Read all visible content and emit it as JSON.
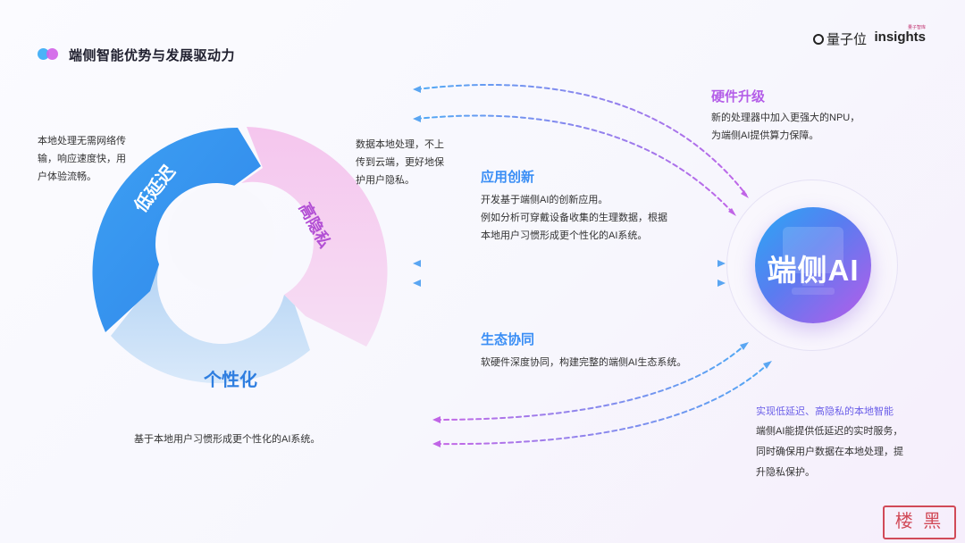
{
  "header": {
    "title": "端侧智能优势与发展驱动力"
  },
  "brand": {
    "logo_left": "量子位",
    "logo_right": "insights",
    "logo_sub": "量子智库"
  },
  "colors": {
    "blue": "#3a8ef5",
    "purple": "#b45ee8",
    "pink": "#d35ccf",
    "light_blue": "#bcd8f6",
    "light_pink": "#f3cdf0"
  },
  "cycle": {
    "segments": [
      {
        "label": "低延迟",
        "color": "#3e93ee"
      },
      {
        "label": "高隐私",
        "color": "#f2c9ef"
      },
      {
        "label": "个性化",
        "color": "#bfdaf5"
      }
    ]
  },
  "notes": {
    "low_latency": [
      "本地处理无需网络传",
      "输，响应速度快，用",
      "户体验流畅。"
    ],
    "privacy": [
      "数据本地处理，不上",
      "传到云端，更好地保",
      "护用户隐私。"
    ],
    "personal": "基于本地用户习惯形成更个性化的AI系统。"
  },
  "drivers": {
    "hardware": {
      "title": "硬件升级",
      "lines": [
        "新的处理器中加入更强大的NPU，",
        "为端侧AI提供算力保障。"
      ]
    },
    "application": {
      "title": "应用创新",
      "lines": [
        "开发基于端侧AI的创新应用。",
        "例如分析可穿戴设备收集的生理数据，根据",
        "本地用户习惯形成更个性化的AI系统。"
      ]
    },
    "ecosystem": {
      "title": "生态协同",
      "lines": [
        "软硬件深度协同，构建完整的端侧AI生态系统。"
      ]
    }
  },
  "core": {
    "label": "端侧AI",
    "summary_title": "实现低延迟、高隐私的本地智能",
    "summary_lines": [
      "端侧AI能提供低延迟的实时服务，",
      "同时确保用户数据在本地处理，提",
      "升隐私保护。"
    ]
  },
  "watermark": {
    "text": "楼 黑"
  }
}
